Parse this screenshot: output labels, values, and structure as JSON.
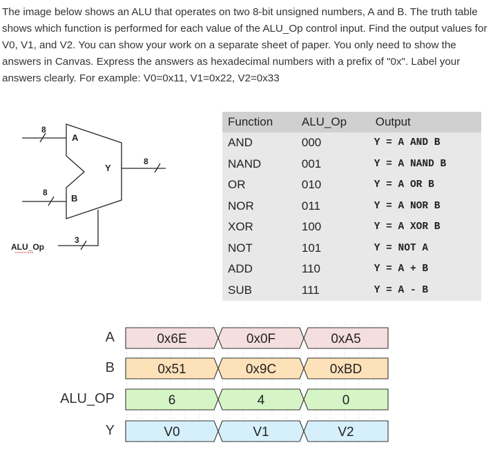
{
  "instructions": "The image below shows an ALU that operates on two 8-bit unsigned numbers, A and B. The truth table shows which function is performed for each value of the ALU_Op control input. Find the output values for V0, V1, and V2. You can show your work on a separate sheet of paper. You only need to show the answers in Canvas. Express the answers as hexadecimal numbers with a prefix of \"0x\". Label your answers clearly. For example: V0=0x11, V1=0x22, V2=0x33",
  "alu": {
    "input_a": "A",
    "input_b": "B",
    "output": "Y",
    "control": "ALU_Op",
    "width_a": "8",
    "width_b": "8",
    "width_y": "8",
    "width_op": "3"
  },
  "truth_table": {
    "headers": [
      "Function",
      "ALU_Op",
      "Output"
    ],
    "rows": [
      [
        "AND",
        "000",
        "Y = A AND B"
      ],
      [
        "NAND",
        "001",
        "Y = A NAND B"
      ],
      [
        "OR",
        "010",
        "Y = A OR B"
      ],
      [
        "NOR",
        "011",
        "Y = A NOR B"
      ],
      [
        "XOR",
        "100",
        "Y = A XOR B"
      ],
      [
        "NOT",
        "101",
        "Y = NOT A"
      ],
      [
        "ADD",
        "110",
        "Y = A + B"
      ],
      [
        "SUB",
        "111",
        "Y = A - B"
      ]
    ]
  },
  "waveform": {
    "signals": [
      {
        "name": "A",
        "values": [
          "0x6E",
          "0x0F",
          "0xA5"
        ],
        "color": "#f5dede"
      },
      {
        "name": "B",
        "values": [
          "0x51",
          "0x9C",
          "0xBD"
        ],
        "color": "#fde1b8"
      },
      {
        "name": "ALU_OP",
        "values": [
          "6",
          "4",
          "0"
        ],
        "color": "#d6f5c6"
      },
      {
        "name": "Y",
        "values": [
          "V0",
          "V1",
          "V2"
        ],
        "color": "#d6f0fb"
      }
    ]
  }
}
